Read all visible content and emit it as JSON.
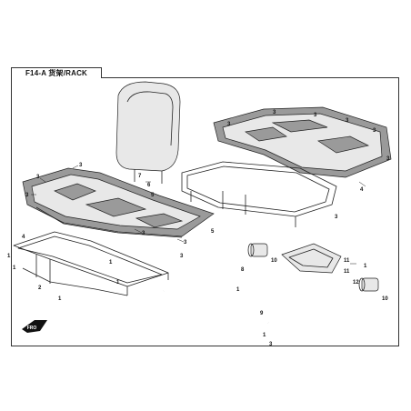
{
  "title": "F14-A 货架/RACK",
  "callouts": [
    {
      "id": "c1",
      "text": "3"
    },
    {
      "id": "c2",
      "text": "3"
    },
    {
      "id": "c3",
      "text": "3"
    },
    {
      "id": "c4",
      "text": "3"
    },
    {
      "id": "c5",
      "text": "3"
    },
    {
      "id": "c6",
      "text": "3"
    },
    {
      "id": "c7",
      "text": "3"
    },
    {
      "id": "c8",
      "text": "3"
    },
    {
      "id": "c9",
      "text": "3"
    },
    {
      "id": "c10",
      "text": "3"
    },
    {
      "id": "c11",
      "text": "3"
    },
    {
      "id": "c12",
      "text": "3"
    },
    {
      "id": "c13",
      "text": "3"
    },
    {
      "id": "c14",
      "text": "7"
    },
    {
      "id": "c15",
      "text": "6"
    },
    {
      "id": "c16",
      "text": "5"
    },
    {
      "id": "c17",
      "text": "5"
    },
    {
      "id": "c18",
      "text": "4"
    },
    {
      "id": "c19",
      "text": "4"
    },
    {
      "id": "c20",
      "text": "1"
    },
    {
      "id": "c21",
      "text": "1"
    },
    {
      "id": "c22",
      "text": "1"
    },
    {
      "id": "c23",
      "text": "1"
    },
    {
      "id": "c24",
      "text": "1"
    },
    {
      "id": "c25",
      "text": "2"
    },
    {
      "id": "c26",
      "text": "8"
    },
    {
      "id": "c27",
      "text": "9"
    },
    {
      "id": "c28",
      "text": "10"
    },
    {
      "id": "c29",
      "text": "10"
    },
    {
      "id": "c30",
      "text": "11"
    },
    {
      "id": "c31",
      "text": "11"
    },
    {
      "id": "c32",
      "text": "12"
    },
    {
      "id": "c33",
      "text": "1"
    },
    {
      "id": "c34",
      "text": "1"
    },
    {
      "id": "c35",
      "text": "1"
    },
    {
      "id": "c36",
      "text": "3"
    }
  ],
  "front_badge": "FRO"
}
